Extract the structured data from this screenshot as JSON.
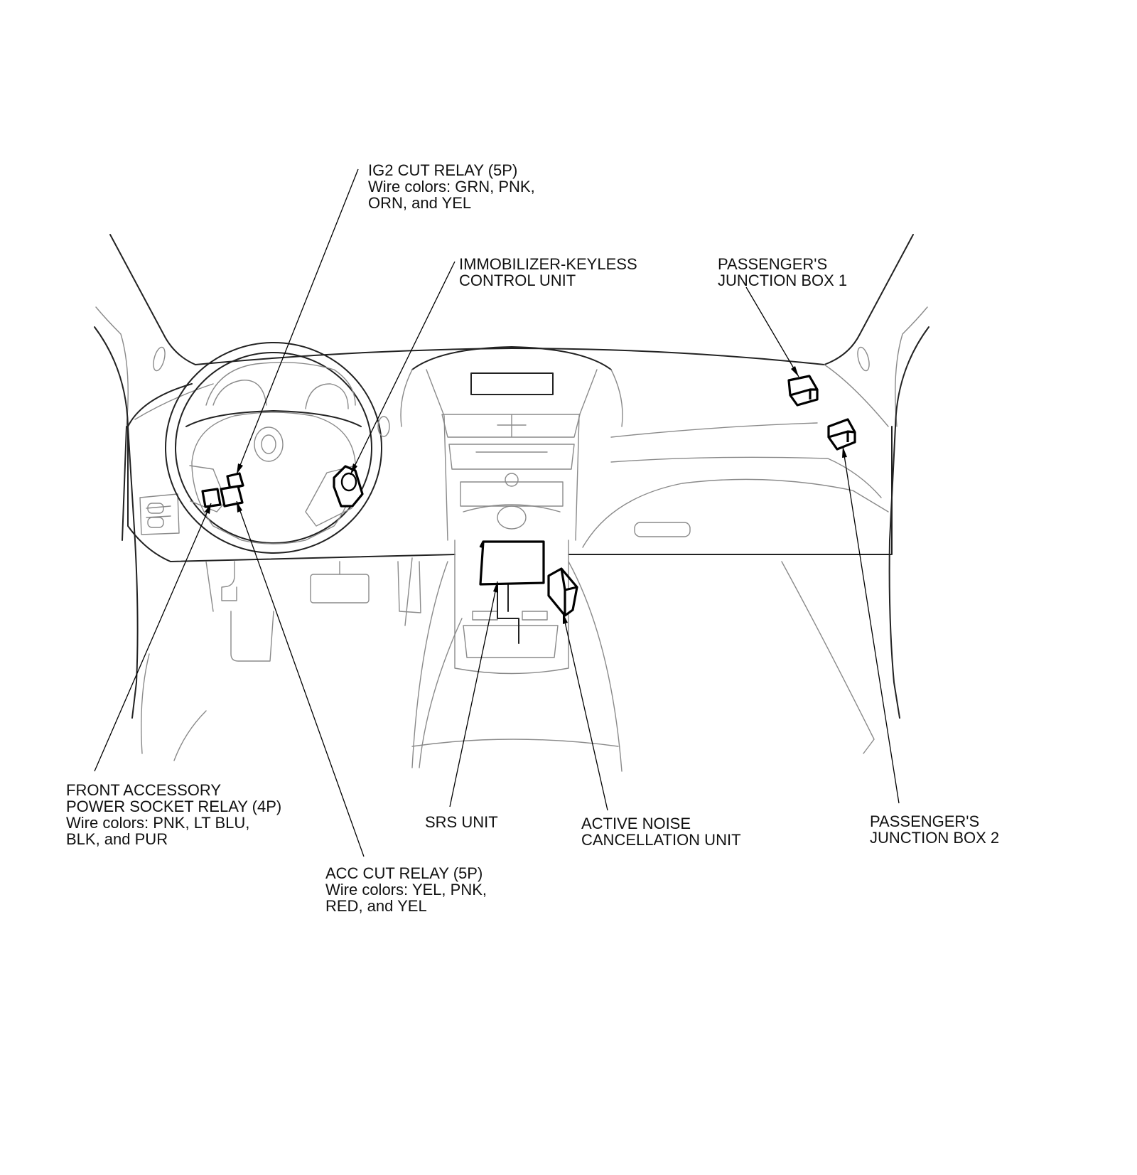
{
  "labels": {
    "ig2_cut_relay": {
      "line1": "IG2 CUT RELAY (5P)",
      "line2": "Wire colors: GRN, PNK,",
      "line3": "ORN, and YEL"
    },
    "immobilizer": {
      "line1": "IMMOBILIZER-KEYLESS",
      "line2": "CONTROL UNIT"
    },
    "passengers_jb1": {
      "line1": "PASSENGER'S",
      "line2": "JUNCTION BOX 1"
    },
    "front_accessory_relay": {
      "line1": "FRONT ACCESSORY",
      "line2": "POWER SOCKET RELAY (4P)",
      "line3": "Wire colors: PNK, LT BLU,",
      "line4": "BLK, and PUR"
    },
    "srs_unit": {
      "line1": "SRS UNIT"
    },
    "active_noise": {
      "line1": "ACTIVE NOISE",
      "line2": "CANCELLATION UNIT"
    },
    "passengers_jb2": {
      "line1": "PASSENGER'S",
      "line2": "JUNCTION BOX 2"
    },
    "acc_cut_relay": {
      "line1": "ACC CUT RELAY (5P)",
      "line2": "Wire colors: YEL, PNK,",
      "line3": "RED, and YEL"
    }
  }
}
